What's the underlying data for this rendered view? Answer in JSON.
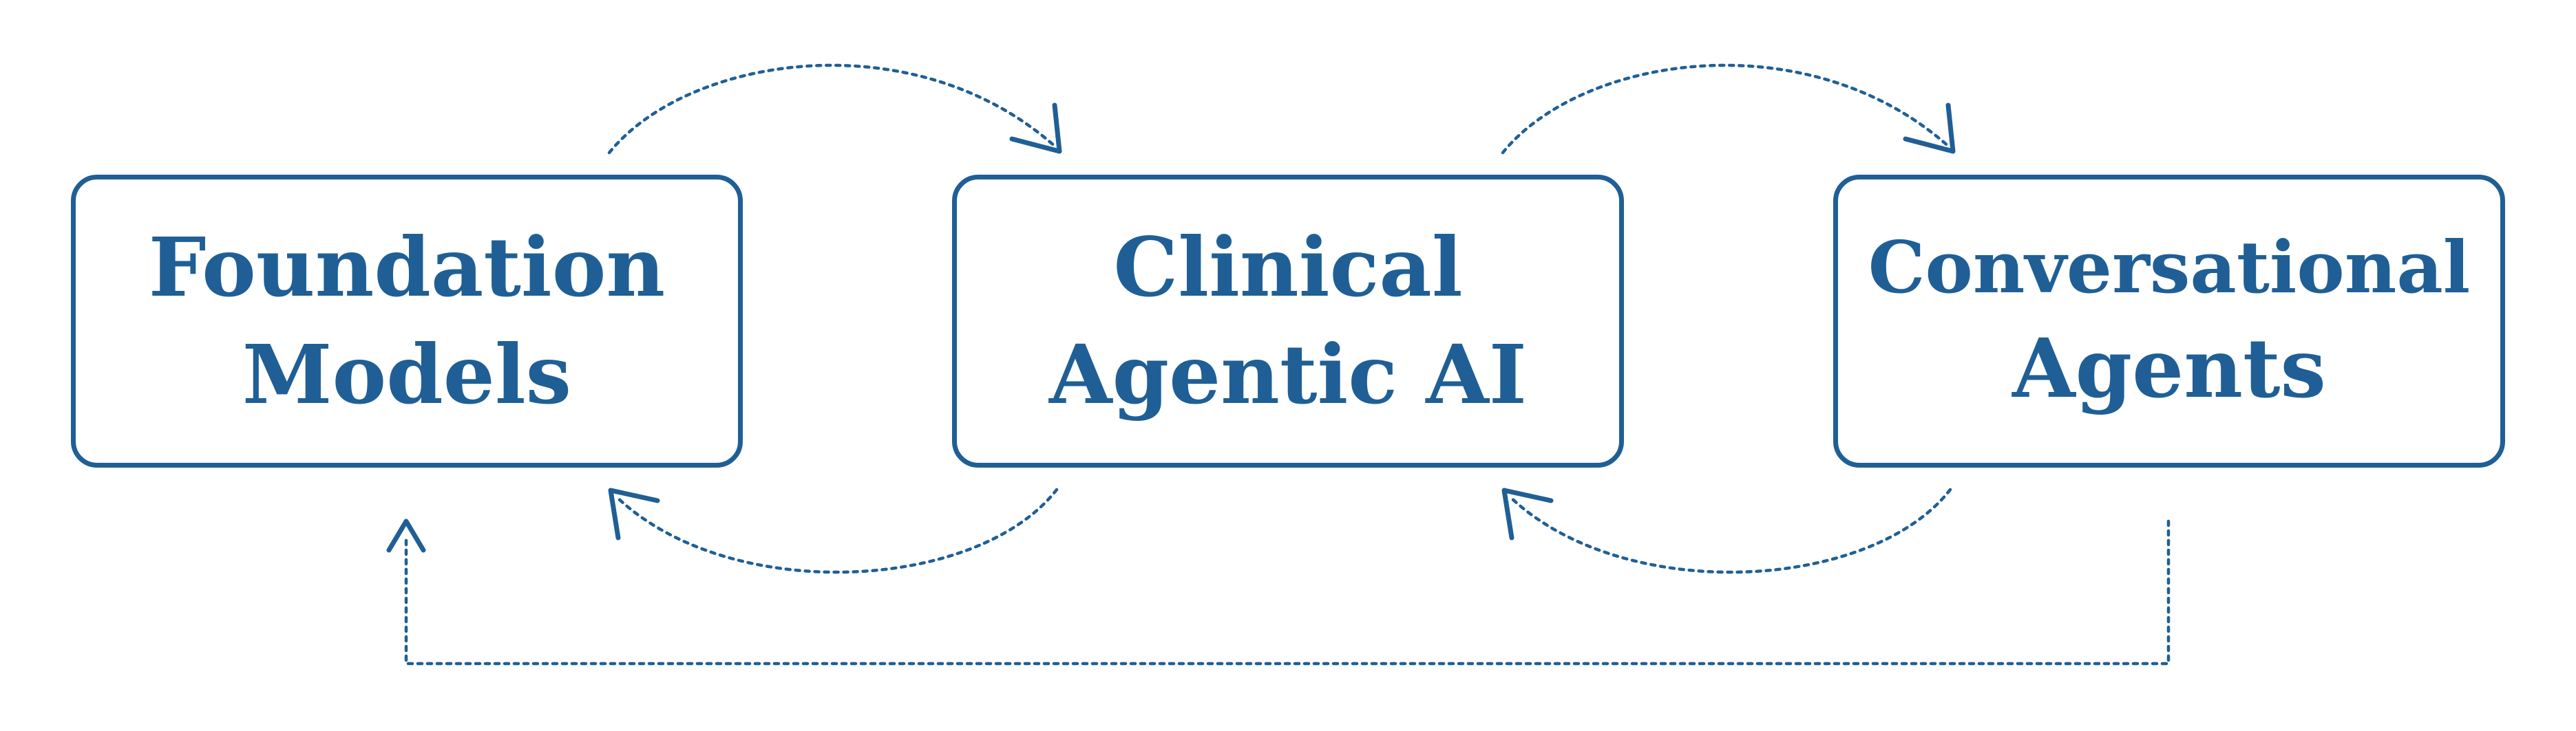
{
  "colors": {
    "primary": "#1f5f96",
    "background": "#ffffff"
  },
  "nodes": {
    "foundation": {
      "line1": "Foundation",
      "line2": "Models"
    },
    "clinical": {
      "line1": "Clinical",
      "line2": "Agentic AI"
    },
    "conversational": {
      "line1": "Conversational",
      "line2": "Agents"
    }
  },
  "connectors": {
    "style": "dotted",
    "arrowheads": "open",
    "edges": [
      {
        "from": "foundation",
        "to": "clinical"
      },
      {
        "from": "clinical",
        "to": "foundation"
      },
      {
        "from": "clinical",
        "to": "conversational"
      },
      {
        "from": "conversational",
        "to": "clinical"
      },
      {
        "from": "conversational",
        "to": "foundation"
      }
    ]
  }
}
